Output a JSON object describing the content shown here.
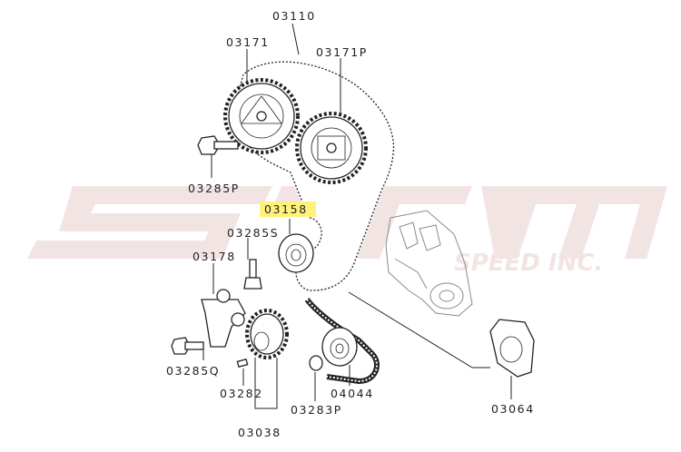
{
  "watermark": {
    "brand": "STM",
    "subtitle": "SPEED INC."
  },
  "highlight_color": "#fff27a",
  "labels": {
    "timing_belt": "03110",
    "cam_sprocket_left": "03171",
    "cam_sprocket_right": "03171P",
    "bolt_p": "03285P",
    "idler_pulley": "03158",
    "bolt_s": "03285S",
    "tensioner": "03178",
    "bolt_q": "03285Q",
    "key": "03282",
    "crank_sprocket_assy": "03038",
    "bolt_p2": "03283P",
    "tensioner_pulley": "04044",
    "belt_guide": "03064"
  }
}
